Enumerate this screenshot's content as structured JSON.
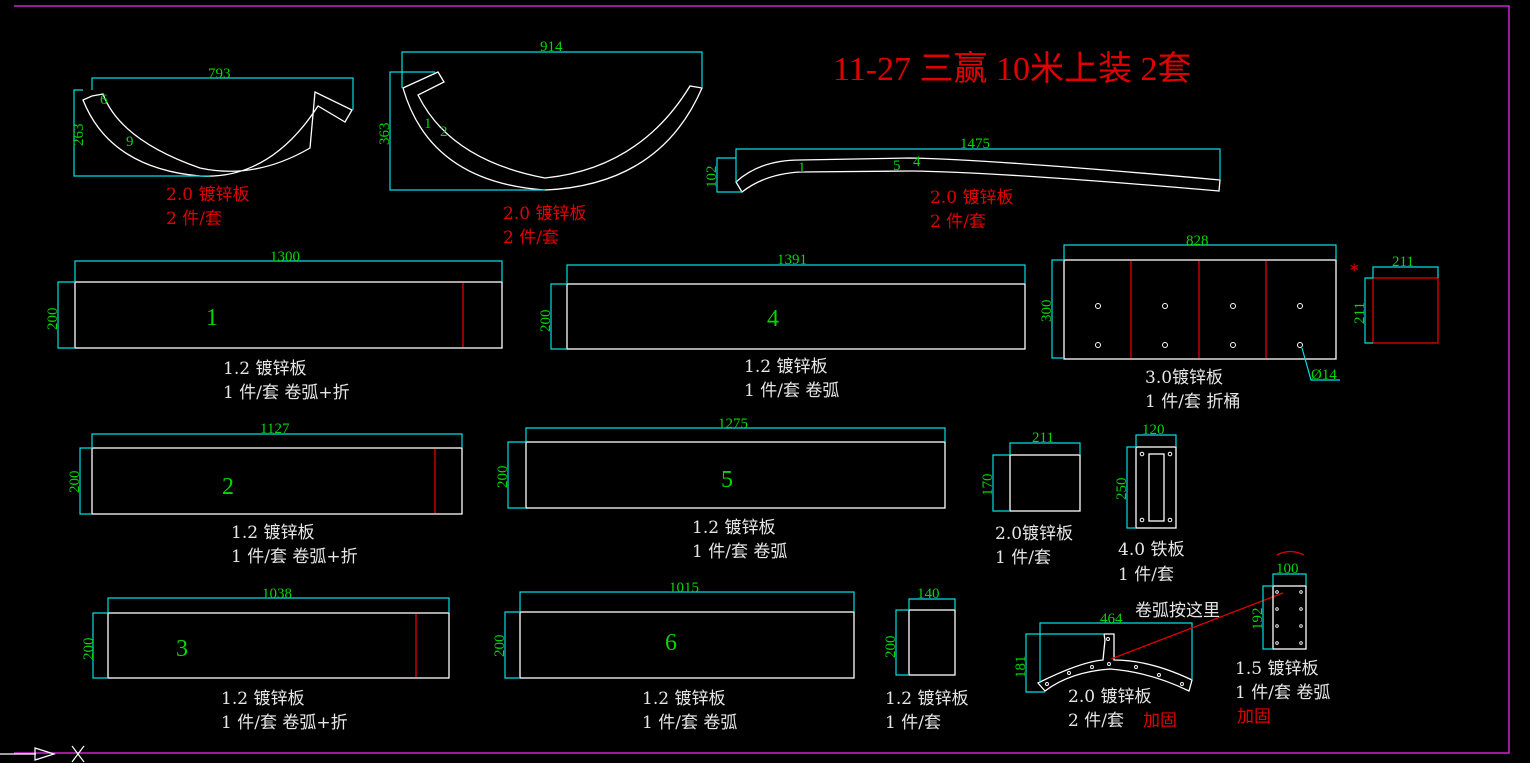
{
  "title": "11-27  三赢  10米上装   2套",
  "colors": {
    "background": "#000000",
    "frame": "#d020d0",
    "outline": "#ffffff",
    "dimension_line": "#00e0e0",
    "dimension_text": "#00d800",
    "annotation_red": "#e00000",
    "label": "#e6e6e6"
  },
  "parts": {
    "arc1": {
      "width": "793",
      "height": "263",
      "mat": "2.0 镀锌板",
      "qty": "2 件/套",
      "marks": [
        "6",
        "9"
      ]
    },
    "arc2": {
      "width": "914",
      "height": "363",
      "mat": "2.0 镀锌板",
      "qty": "2 件/套",
      "marks": [
        "1",
        "2"
      ]
    },
    "strip": {
      "width": "1475",
      "height": "102",
      "mat": "2.0 镀锌板",
      "qty": "2 件/套",
      "marks": [
        "1",
        "5",
        "4"
      ]
    },
    "p1": {
      "num": "1",
      "width": "1300",
      "height": "200",
      "mat": "1.2 镀锌板",
      "qty": "1 件/套 卷弧+折"
    },
    "p4": {
      "num": "4",
      "width": "1391",
      "height": "200",
      "mat": "1.2 镀锌板",
      "qty": "1 件/套 卷弧"
    },
    "box": {
      "width": "828",
      "height": "300",
      "hole": "Ø14",
      "mat": "3.0镀锌板",
      "qty": "1 件/套 折桶"
    },
    "sq": {
      "mark": "*",
      "width": "211",
      "height": "211"
    },
    "p2": {
      "num": "2",
      "width": "1127",
      "height": "200",
      "mat": "1.2 镀锌板",
      "qty": "1 件/套 卷弧+折"
    },
    "p5": {
      "num": "5",
      "width": "1275",
      "height": "200",
      "mat": "1.2 镀锌板",
      "qty": "1 件/套 卷弧"
    },
    "plate211": {
      "width": "211",
      "height": "170",
      "mat": "2.0镀锌板",
      "qty": "1 件/套"
    },
    "iron": {
      "width": "120",
      "height": "250",
      "mat": "4.0 铁板",
      "qty": "1 件/套"
    },
    "p3": {
      "num": "3",
      "width": "1038",
      "height": "200",
      "mat": "1.2 镀锌板",
      "qty": "1 件/套 卷弧+折"
    },
    "p6": {
      "num": "6",
      "width": "1015",
      "height": "200",
      "mat": "1.2 镀锌板",
      "qty": "1 件/套 卷弧"
    },
    "p140": {
      "width": "140",
      "height": "200",
      "mat": "1.2 镀锌板",
      "qty": "1 件/套"
    },
    "brace": {
      "width": "464",
      "height": "181",
      "mat": "2.0 镀锌板",
      "qty": "2 件/套",
      "note": "加固"
    },
    "roll_note": "卷弧按这里",
    "p100": {
      "width": "100",
      "height": "192",
      "mat": "1.5 镀锌板",
      "qty": "1 件/套 卷弧",
      "note": "加固"
    }
  }
}
